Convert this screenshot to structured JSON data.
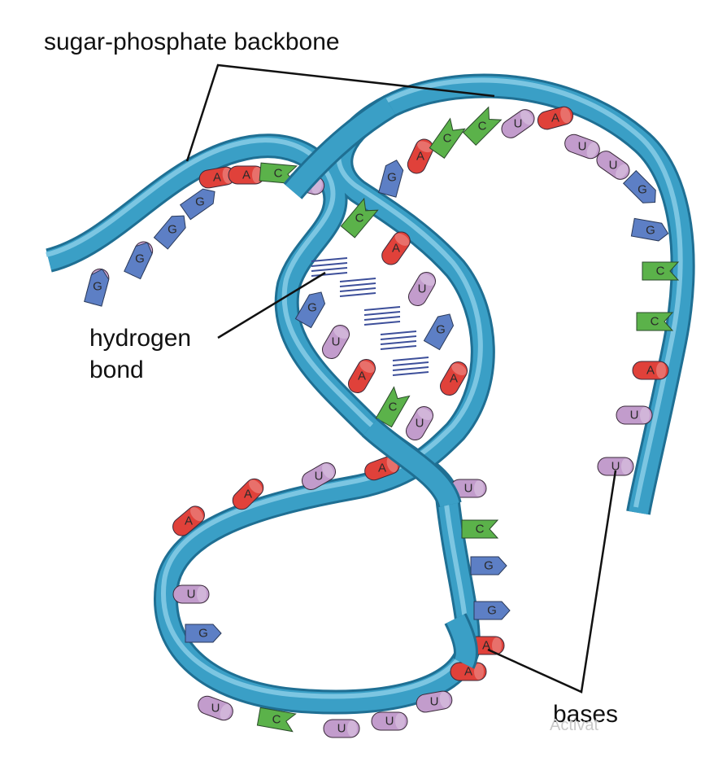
{
  "labels": {
    "backbone": "sugar-phosphate backbone",
    "hydrogen_line1": "hydrogen",
    "hydrogen_line2": "bond",
    "bases": "bases",
    "watermark": "Activat"
  },
  "colors": {
    "backbone": "#3a9fc6",
    "backbone_dark": "#1f6f93",
    "backbone_light": "#7cc6e2",
    "A": "#e0413a",
    "U": "#c29ccc",
    "G": "#5d7fc5",
    "C": "#5bb24a",
    "hbond": "#3d4f9a",
    "leader": "#111111"
  },
  "bases": [
    {
      "letter": "U",
      "shape": "cyl"
    },
    {
      "letter": "U",
      "shape": "cyl"
    },
    {
      "letter": "G",
      "shape": "arrow"
    },
    {
      "letter": "G",
      "shape": "arrow"
    },
    {
      "letter": "A",
      "shape": "cyl"
    },
    {
      "letter": "A",
      "shape": "cyl"
    },
    {
      "letter": "C",
      "shape": "notch"
    },
    {
      "letter": "U",
      "shape": "cyl"
    },
    {
      "letter": "G",
      "shape": "arrow"
    },
    {
      "letter": "A",
      "shape": "cyl"
    },
    {
      "letter": "C",
      "shape": "notch"
    },
    {
      "letter": "C",
      "shape": "notch"
    },
    {
      "letter": "U",
      "shape": "cyl"
    },
    {
      "letter": "A",
      "shape": "cyl"
    },
    {
      "letter": "U",
      "shape": "cyl"
    },
    {
      "letter": "U",
      "shape": "cyl"
    },
    {
      "letter": "G",
      "shape": "arrow"
    },
    {
      "letter": "G",
      "shape": "arrow"
    },
    {
      "letter": "C",
      "shape": "notch"
    },
    {
      "letter": "C",
      "shape": "notch"
    },
    {
      "letter": "A",
      "shape": "cyl"
    },
    {
      "letter": "U",
      "shape": "cyl"
    },
    {
      "letter": "U",
      "shape": "cyl"
    },
    {
      "letter": "C",
      "shape": "notch"
    },
    {
      "letter": "A",
      "shape": "cyl"
    },
    {
      "letter": "U",
      "shape": "cyl"
    },
    {
      "letter": "G",
      "shape": "arrow"
    },
    {
      "letter": "A",
      "shape": "cyl"
    },
    {
      "letter": "U",
      "shape": "cyl"
    },
    {
      "letter": "G",
      "shape": "arrow"
    },
    {
      "letter": "U",
      "shape": "cyl"
    },
    {
      "letter": "A",
      "shape": "cyl"
    },
    {
      "letter": "C",
      "shape": "notch"
    },
    {
      "letter": "U",
      "shape": "cyl"
    },
    {
      "letter": "G",
      "shape": "arrow"
    },
    {
      "letter": "A",
      "shape": "cyl"
    },
    {
      "letter": "A",
      "shape": "cyl"
    },
    {
      "letter": "U",
      "shape": "cyl"
    },
    {
      "letter": "A",
      "shape": "cyl"
    },
    {
      "letter": "U",
      "shape": "cyl"
    },
    {
      "letter": "C",
      "shape": "notch"
    },
    {
      "letter": "G",
      "shape": "arrow"
    },
    {
      "letter": "G",
      "shape": "arrow"
    },
    {
      "letter": "A",
      "shape": "cyl"
    },
    {
      "letter": "A",
      "shape": "cyl"
    },
    {
      "letter": "U",
      "shape": "cyl"
    },
    {
      "letter": "C",
      "shape": "notch"
    },
    {
      "letter": "U",
      "shape": "cyl"
    },
    {
      "letter": "U",
      "shape": "cyl"
    },
    {
      "letter": "U",
      "shape": "cyl"
    },
    {
      "letter": "G",
      "shape": "arrow"
    },
    {
      "letter": "G",
      "shape": "arrow"
    }
  ]
}
